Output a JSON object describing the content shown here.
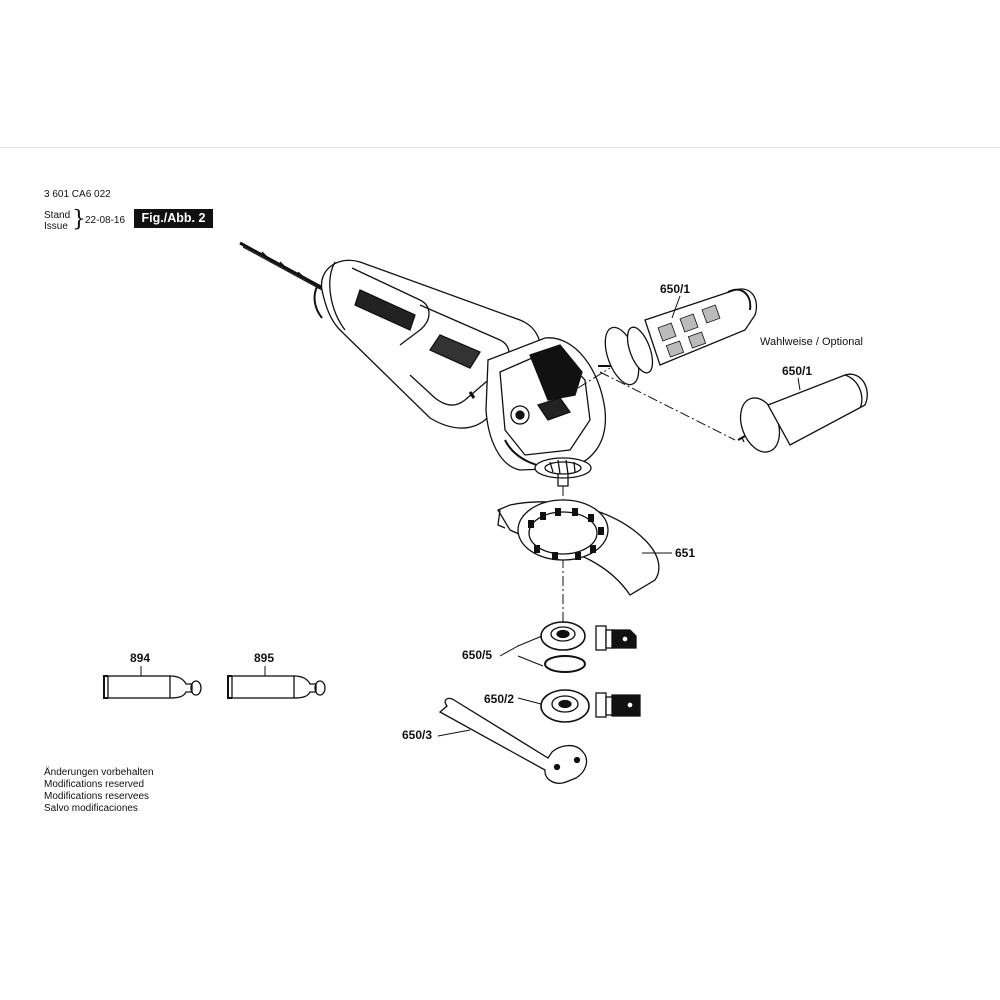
{
  "header": {
    "doc_number": "3 601 CA6 022",
    "stand": "Stand",
    "issue": "Issue",
    "date": "22-08-16",
    "fig_label": "Fig./Abb. 2"
  },
  "parts": {
    "handle_top": "650/1",
    "optional_note": "Wahlweise / Optional",
    "handle_optional": "650/1",
    "guard": "651",
    "flange": "650/5",
    "nut": "650/2",
    "spanner": "650/3",
    "tube_a": "894",
    "tube_b": "895"
  },
  "notes": [
    "Änderungen vorbehalten",
    "Modifications reserved",
    "Modifications reservees",
    "Salvo modificaciones"
  ]
}
